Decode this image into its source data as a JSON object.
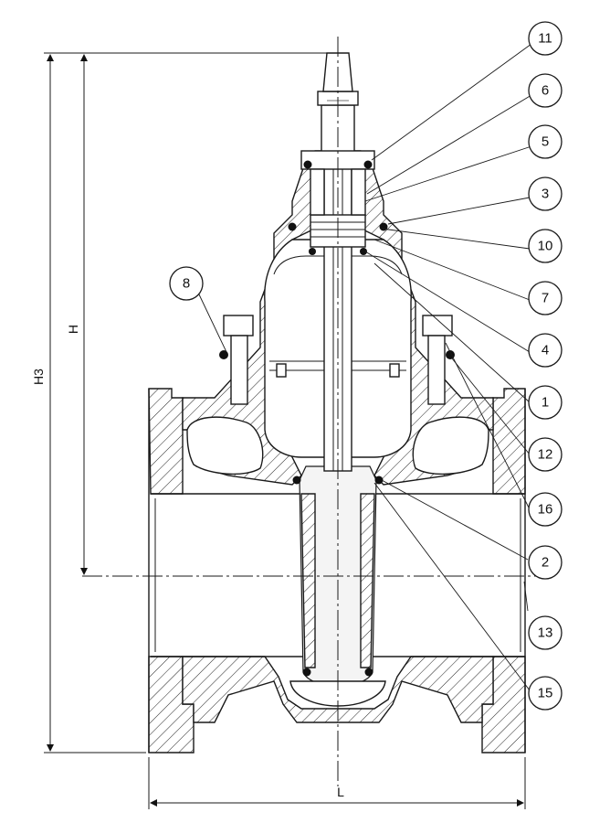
{
  "dimensions": {
    "h3_label": "H3",
    "h_label": "H",
    "l_label": "L"
  },
  "callouts": [
    "11",
    "6",
    "5",
    "3",
    "10",
    "7",
    "4",
    "1",
    "12",
    "16",
    "2",
    "13",
    "15",
    "8"
  ]
}
